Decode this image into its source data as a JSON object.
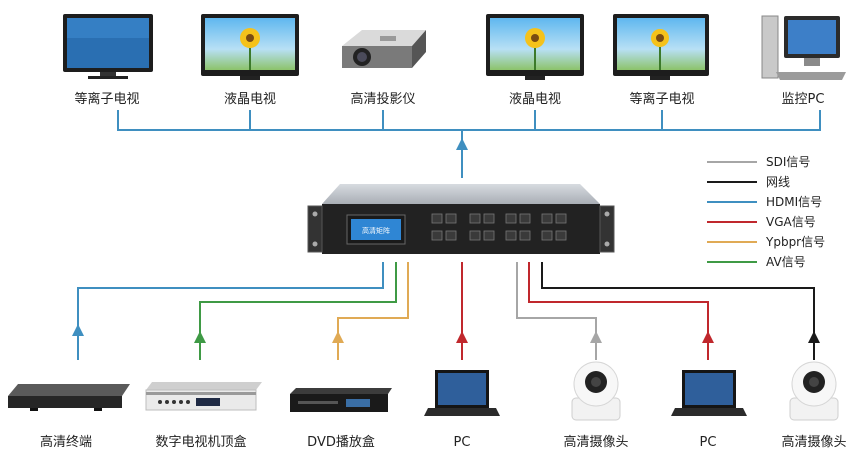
{
  "top_devices": [
    {
      "label": "等离子电视",
      "icon": "tv-icon"
    },
    {
      "label": "液晶电视",
      "icon": "tv-icon"
    },
    {
      "label": "高清投影仪",
      "icon": "projector-icon"
    },
    {
      "label": "液晶电视",
      "icon": "tv-icon"
    },
    {
      "label": "等离子电视",
      "icon": "tv-icon"
    },
    {
      "label": "监控PC",
      "icon": "desktop-pc-icon"
    }
  ],
  "bottom_devices": [
    {
      "label": "高清终端",
      "icon": "hd-terminal-icon"
    },
    {
      "label": "数字电视机顶盒",
      "icon": "set-top-box-icon"
    },
    {
      "label": "DVD播放盒",
      "icon": "dvd-player-icon"
    },
    {
      "label": "PC",
      "icon": "laptop-icon"
    },
    {
      "label": "高清摄像头",
      "icon": "camera-icon"
    },
    {
      "label": "PC",
      "icon": "laptop-icon"
    },
    {
      "label": "高清摄像头",
      "icon": "camera-icon"
    }
  ],
  "matrix": {
    "screen_text": "高清矩阵",
    "icon": "matrix-switcher-icon"
  },
  "legend": [
    {
      "label": "SDI信号",
      "color": "#a6a6a6"
    },
    {
      "label": "网线",
      "color": "#1a1a1a"
    },
    {
      "label": "HDMI信号",
      "color": "#3f8fc0"
    },
    {
      "label": "VGA信号",
      "color": "#c0282d"
    },
    {
      "label": "Ypbpr信号",
      "color": "#e0aa55"
    },
    {
      "label": "AV信号",
      "color": "#3f9a45"
    }
  ]
}
